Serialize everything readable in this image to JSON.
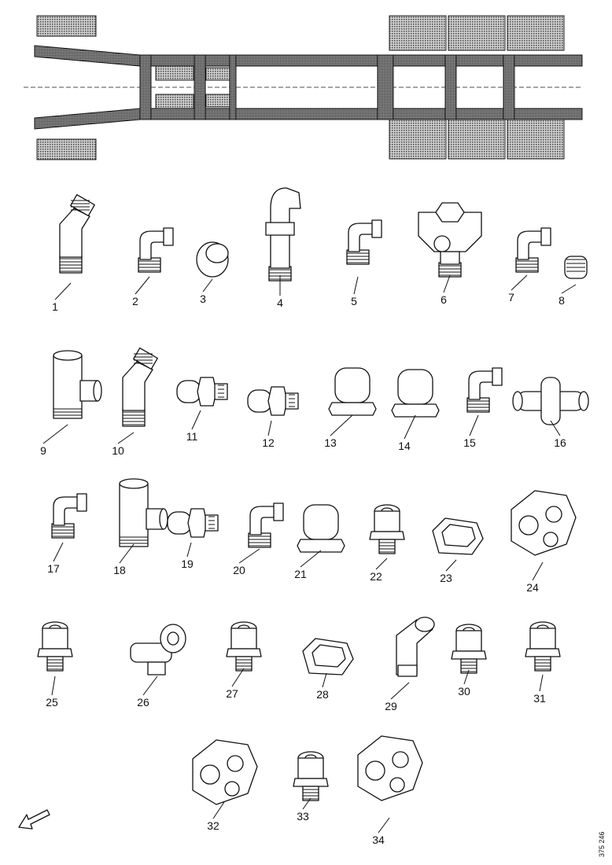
{
  "parts": [
    {
      "number": "1",
      "type": "elbow-45"
    },
    {
      "number": "2",
      "type": "elbow-90"
    },
    {
      "number": "3",
      "type": "plug"
    },
    {
      "number": "4",
      "type": "elbow-long"
    },
    {
      "number": "5",
      "type": "elbow-90"
    },
    {
      "number": "6",
      "type": "tee-hex"
    },
    {
      "number": "7",
      "type": "elbow-90"
    },
    {
      "number": "8",
      "type": "plug-small"
    },
    {
      "number": "9",
      "type": "tee"
    },
    {
      "number": "10",
      "type": "elbow-45"
    },
    {
      "number": "11",
      "type": "union-straight"
    },
    {
      "number": "12",
      "type": "union-straight"
    },
    {
      "number": "13",
      "type": "reducer"
    },
    {
      "number": "14",
      "type": "reducer"
    },
    {
      "number": "15",
      "type": "elbow-90"
    },
    {
      "number": "16",
      "type": "cross"
    },
    {
      "number": "17",
      "type": "elbow-90"
    },
    {
      "number": "18",
      "type": "tee"
    },
    {
      "number": "19",
      "type": "union-straight"
    },
    {
      "number": "20",
      "type": "elbow-90"
    },
    {
      "number": "21",
      "type": "reducer"
    },
    {
      "number": "22",
      "type": "push-connector"
    },
    {
      "number": "23",
      "type": "clip"
    },
    {
      "number": "24",
      "type": "block-connector"
    },
    {
      "number": "25",
      "type": "push-connector"
    },
    {
      "number": "26",
      "type": "tee-push"
    },
    {
      "number": "27",
      "type": "push-connector"
    },
    {
      "number": "28",
      "type": "clip"
    },
    {
      "number": "29",
      "type": "elbow-push"
    },
    {
      "number": "30",
      "type": "push-connector"
    },
    {
      "number": "31",
      "type": "push-connector"
    },
    {
      "number": "32",
      "type": "block-connector"
    },
    {
      "number": "33",
      "type": "push-connector"
    },
    {
      "number": "34",
      "type": "block-connector"
    }
  ],
  "drawing_code": "375 246",
  "direction_icon": "arrow-down-left-icon"
}
